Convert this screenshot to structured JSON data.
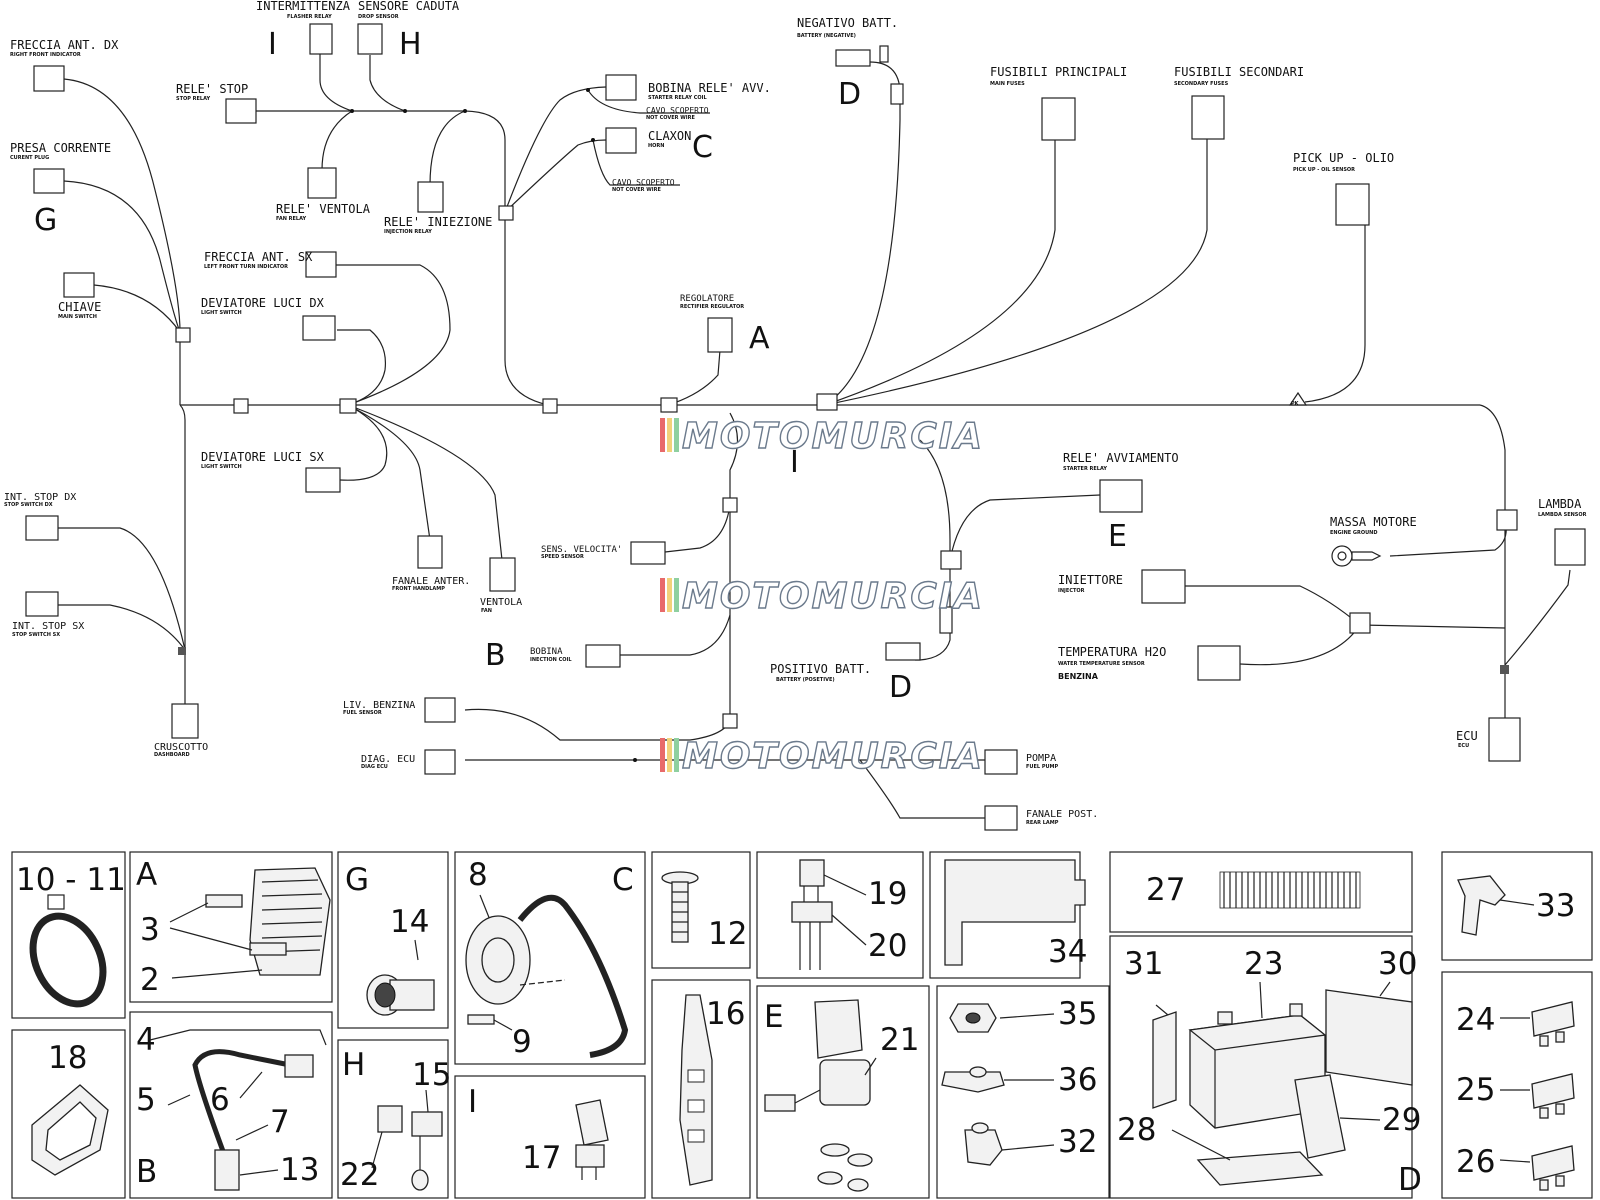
{
  "watermark": "MOTOMURCIA",
  "components": [
    {
      "key": "intermittenza",
      "label": "INTERMITTENZA",
      "sub": "FLASHER RELAY"
    },
    {
      "key": "sensore_caduta",
      "label": "SENSORE CADUTA",
      "sub": "DROP SENSOR"
    },
    {
      "key": "freccia_ant_dx",
      "label": "FRECCIA ANT. DX",
      "sub": "RIGHT FRONT INDICATOR"
    },
    {
      "key": "rele_stop",
      "label": "RELE' STOP",
      "sub": "STOP RELAY"
    },
    {
      "key": "presa_corrente",
      "label": "PRESA CORRENTE",
      "sub": "CURENT PLUG"
    },
    {
      "key": "rele_ventola",
      "label": "RELE' VENTOLA",
      "sub": "FAN RELAY"
    },
    {
      "key": "rele_iniezione",
      "label": "RELE' INIEZIONE",
      "sub": "INJECTION RELAY"
    },
    {
      "key": "bobina_rele_avv",
      "label": "BOBINA RELE' AVV.",
      "sub": "STARTER RELAY COIL"
    },
    {
      "key": "cavo_scoperto_1",
      "label": "CAVO SCOPERTO",
      "sub": "NOT COVER WIRE"
    },
    {
      "key": "claxon",
      "label": "CLAXON",
      "sub": "HORN"
    },
    {
      "key": "cavo_scoperto_2",
      "label": "CAVO SCOPERTO",
      "sub": "NOT COVER WIRE"
    },
    {
      "key": "negativo_batt",
      "label": "NEGATIVO BATT.",
      "sub": "BATTERY (NEGATIVE)"
    },
    {
      "key": "fusibili_principali",
      "label": "FUSIBILI PRINCIPALI",
      "sub": "MAIN FUSES"
    },
    {
      "key": "fusibili_secondari",
      "label": "FUSIBILI SECONDARI",
      "sub": "SECONDARY FUSES"
    },
    {
      "key": "pick_up",
      "label": "PICK UP - OLIO",
      "sub": "PICK UP - OIL SENSOR"
    },
    {
      "key": "chiave",
      "label": "CHIAVE",
      "sub": "MAIN SWITCH"
    },
    {
      "key": "freccia_ant_sx",
      "label": "FRECCIA ANT. SX",
      "sub": "LEFT FRONT TURN INDICATOR"
    },
    {
      "key": "deviatore_dx",
      "label": "DEVIATORE LUCI DX",
      "sub": "LIGHT SWITCH"
    },
    {
      "key": "regolatore",
      "label": "REGOLATORE",
      "sub": "RECTIFIER REGULATOR"
    },
    {
      "key": "deviatore_sx",
      "label": "DEVIATORE LUCI SX",
      "sub": "LIGHT SWITCH"
    },
    {
      "key": "rele_avviamento",
      "label": "RELE' AVVIAMENTO",
      "sub": "STARTER RELAY"
    },
    {
      "key": "int_stop_dx",
      "label": "INT. STOP DX",
      "sub": "STOP SWITCH DX"
    },
    {
      "key": "lambda",
      "label": "LAMBDA",
      "sub": "LAMBDA SENSOR"
    },
    {
      "key": "massa_motore",
      "label": "MASSA MOTORE",
      "sub": "ENGINE GROUND"
    },
    {
      "key": "sens_velocita",
      "label": "SENS. VELOCITA'",
      "sub": "SPEED SENSOR"
    },
    {
      "key": "fanale_anter",
      "label": "FANALE ANTER.",
      "sub": "FRONT HANDLAMP"
    },
    {
      "key": "iniettore",
      "label": "INIETTORE",
      "sub": "INJECTOR"
    },
    {
      "key": "int_stop_sx",
      "label": "INT. STOP SX",
      "sub": "STOP SWITCH SX"
    },
    {
      "key": "ventola",
      "label": "VENTOLA",
      "sub": "FAN"
    },
    {
      "key": "temperatura",
      "label": "TEMPERATURA H2O",
      "sub": "WATER TEMPERATURE SENSOR",
      "extra": "BENZINA"
    },
    {
      "key": "bobina",
      "label": "BOBINA",
      "sub": "INECTION COIL"
    },
    {
      "key": "positivo_batt",
      "label": "POSITIVO BATT.",
      "sub": "BATTERY (POSETIVE)"
    },
    {
      "key": "liv_benzina",
      "label": "LIV. BENZINA",
      "sub": "FUEL SENSOR"
    },
    {
      "key": "cruscotto",
      "label": "CRUSCOTTO",
      "sub": "DASHBOARD"
    },
    {
      "key": "diag_ecu",
      "label": "DIAG. ECU",
      "sub": "DIAG ECU"
    },
    {
      "key": "ecu",
      "label": "ECU",
      "sub": "ECU"
    },
    {
      "key": "pompa",
      "label": "POMPA",
      "sub": "FUEL PUMP"
    },
    {
      "key": "fanale_post",
      "label": "FANALE POST.",
      "sub": "REAR LAMP"
    }
  ],
  "letters": {
    "I_top": "I",
    "H_top": "H",
    "G_left": "G",
    "C_top": "C",
    "D_top": "D",
    "A_mid": "A",
    "I_mid": "I",
    "E_mid": "E",
    "B_mid": "B",
    "D_mid": "D",
    "pk": "PK"
  },
  "parts_panels": {
    "p1011": {
      "title": "10 - 11"
    },
    "pA": {
      "letter": "A",
      "nums": [
        "3",
        "2"
      ]
    },
    "pG": {
      "letter": "G",
      "nums": [
        "14"
      ]
    },
    "pC": {
      "letter": "C",
      "nums": [
        "8",
        "9"
      ]
    },
    "p12": {
      "nums": [
        "12"
      ]
    },
    "p19": {
      "nums": [
        "19",
        "20"
      ]
    },
    "p34": {
      "nums": [
        "34"
      ]
    },
    "p27": {
      "nums": [
        "27"
      ]
    },
    "p33": {
      "nums": [
        "33"
      ]
    },
    "p18": {
      "nums": [
        "18"
      ]
    },
    "pB": {
      "letter": "B",
      "nums": [
        "4",
        "5",
        "6",
        "7",
        "13"
      ]
    },
    "pH": {
      "letter": "H",
      "nums": [
        "15",
        "22"
      ]
    },
    "pI": {
      "letter": "I",
      "nums": [
        "17"
      ]
    },
    "p16": {
      "nums": [
        "16"
      ]
    },
    "pE": {
      "letter": "E",
      "nums": [
        "21"
      ]
    },
    "p35": {
      "nums": [
        "35",
        "36",
        "32"
      ]
    },
    "pD": {
      "letter": "D",
      "nums": [
        "31",
        "23",
        "30",
        "28",
        "29"
      ]
    },
    "p24": {
      "nums": [
        "24",
        "25",
        "26"
      ]
    }
  }
}
